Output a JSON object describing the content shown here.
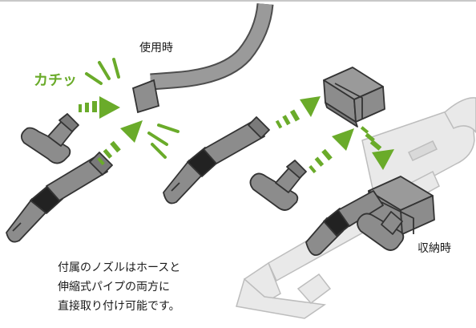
{
  "labels": {
    "in_use": "使用時",
    "stored": "収納時",
    "click": "カチッ"
  },
  "caption": {
    "lines": [
      "付属のノズルはホースと",
      "伸縮式パイプの両方に",
      "直接取り付け可能です。"
    ]
  },
  "colors": {
    "accent_green": "#6aab2a",
    "part_gray": "#8c8c8c",
    "part_dark": "#3a3a3a",
    "ghost_gray": "#dcdcdc",
    "ghost_stroke": "#bdbdbd",
    "divider": "#c8c8c8"
  }
}
